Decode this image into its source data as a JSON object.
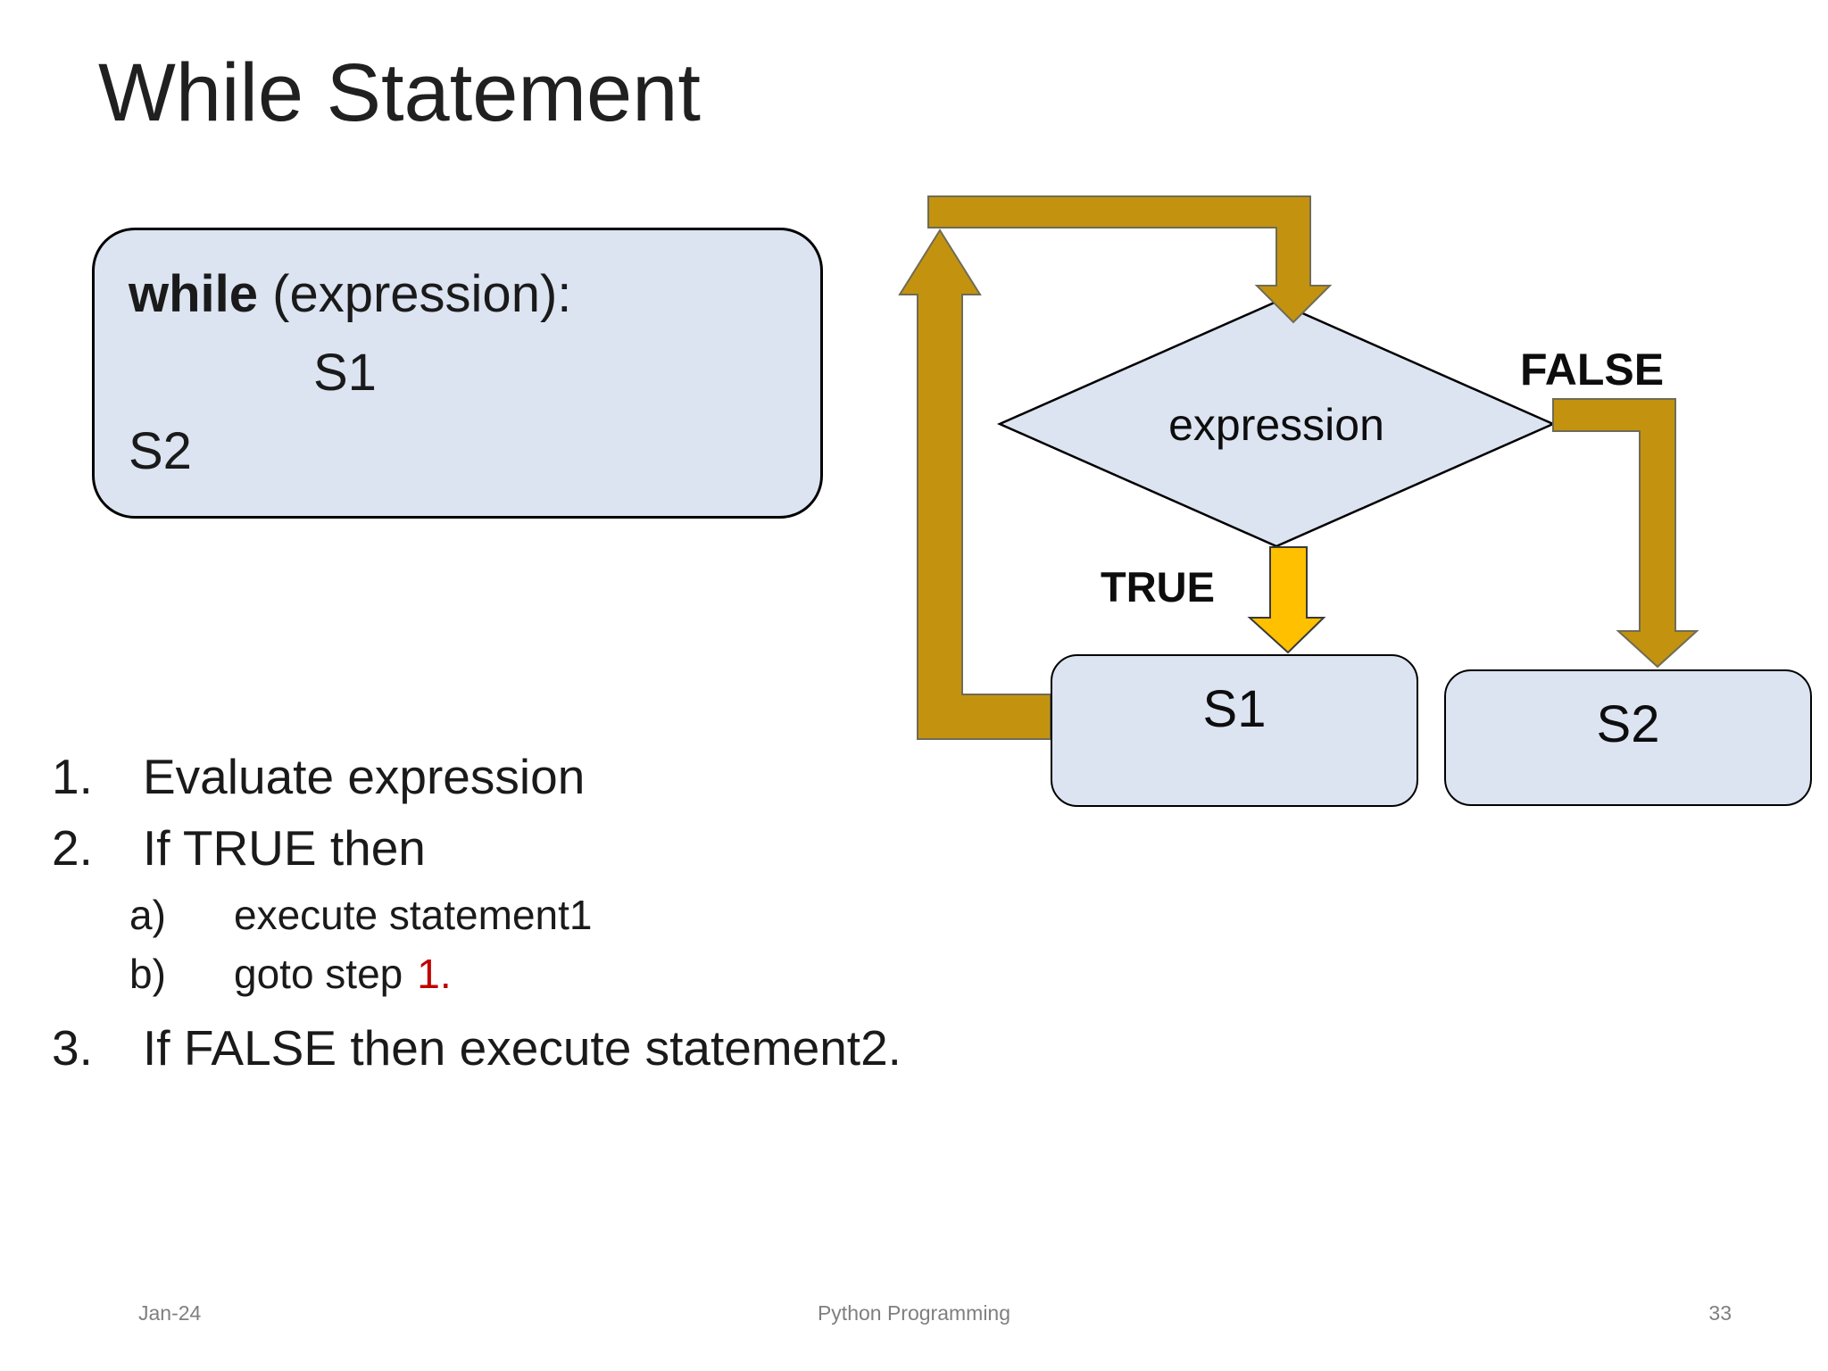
{
  "slide": {
    "title": "While Statement",
    "code_box": {
      "keyword": "while",
      "line1_rest": " (expression):",
      "line2": "S1",
      "line3": "S2"
    },
    "flowchart": {
      "diamond_label": "expression",
      "true_label": "TRUE",
      "false_label": "FALSE",
      "s1_label": "S1",
      "s2_label": "S2"
    },
    "steps": [
      {
        "marker": "1.",
        "text": "Evaluate expression"
      },
      {
        "marker": "2.",
        "text": "If TRUE then"
      },
      {
        "marker": "a)",
        "text": "execute statement1"
      },
      {
        "marker": "b)",
        "text": "goto step",
        "text_red": "1."
      },
      {
        "marker": "3.",
        "text": "If FALSE then execute statement2."
      }
    ],
    "footer": {
      "date": "Jan-24",
      "center": "Python Programming",
      "page_number": "33"
    },
    "colors": {
      "shape_fill": "#dce3f1",
      "shape_stroke": "#000000",
      "dark_arrow": "#c39310",
      "bright_arrow": "#ffc000",
      "red_text": "#c00000",
      "footer_gray": "#7f7f7f"
    }
  }
}
